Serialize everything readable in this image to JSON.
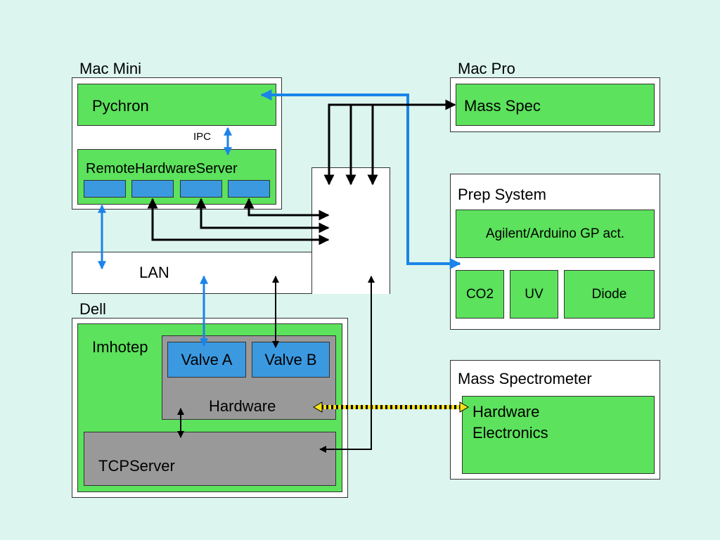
{
  "mac_mini": {
    "title": "Mac Mini",
    "pychron": "Pychron",
    "ipc": "IPC",
    "remote_hardware_server": "RemoteHardwareServer"
  },
  "mac_pro": {
    "title": "Mac Pro",
    "mass_spec": "Mass Spec"
  },
  "lan": {
    "label": "LAN"
  },
  "prep_system": {
    "title": "Prep System",
    "agilent": "Agilent/Arduino GP act.",
    "co2": "CO2",
    "uv": "UV",
    "diode": "Diode"
  },
  "dell": {
    "title": "Dell",
    "imhotep": "Imhotep",
    "valve_a": "Valve A",
    "valve_b": "Valve B",
    "hardware": "Hardware",
    "tcp_server": "TCPServer"
  },
  "mass_spectrometer": {
    "title": "Mass Spectrometer",
    "hardware_electronics_line1": "Hardware",
    "hardware_electronics_line2": "Electronics"
  },
  "colors": {
    "background": "#dcf5ef",
    "green": "#5ce25c",
    "blue": "#3b99e0",
    "gray": "#999999",
    "arrow_blue": "#1a84e8"
  }
}
